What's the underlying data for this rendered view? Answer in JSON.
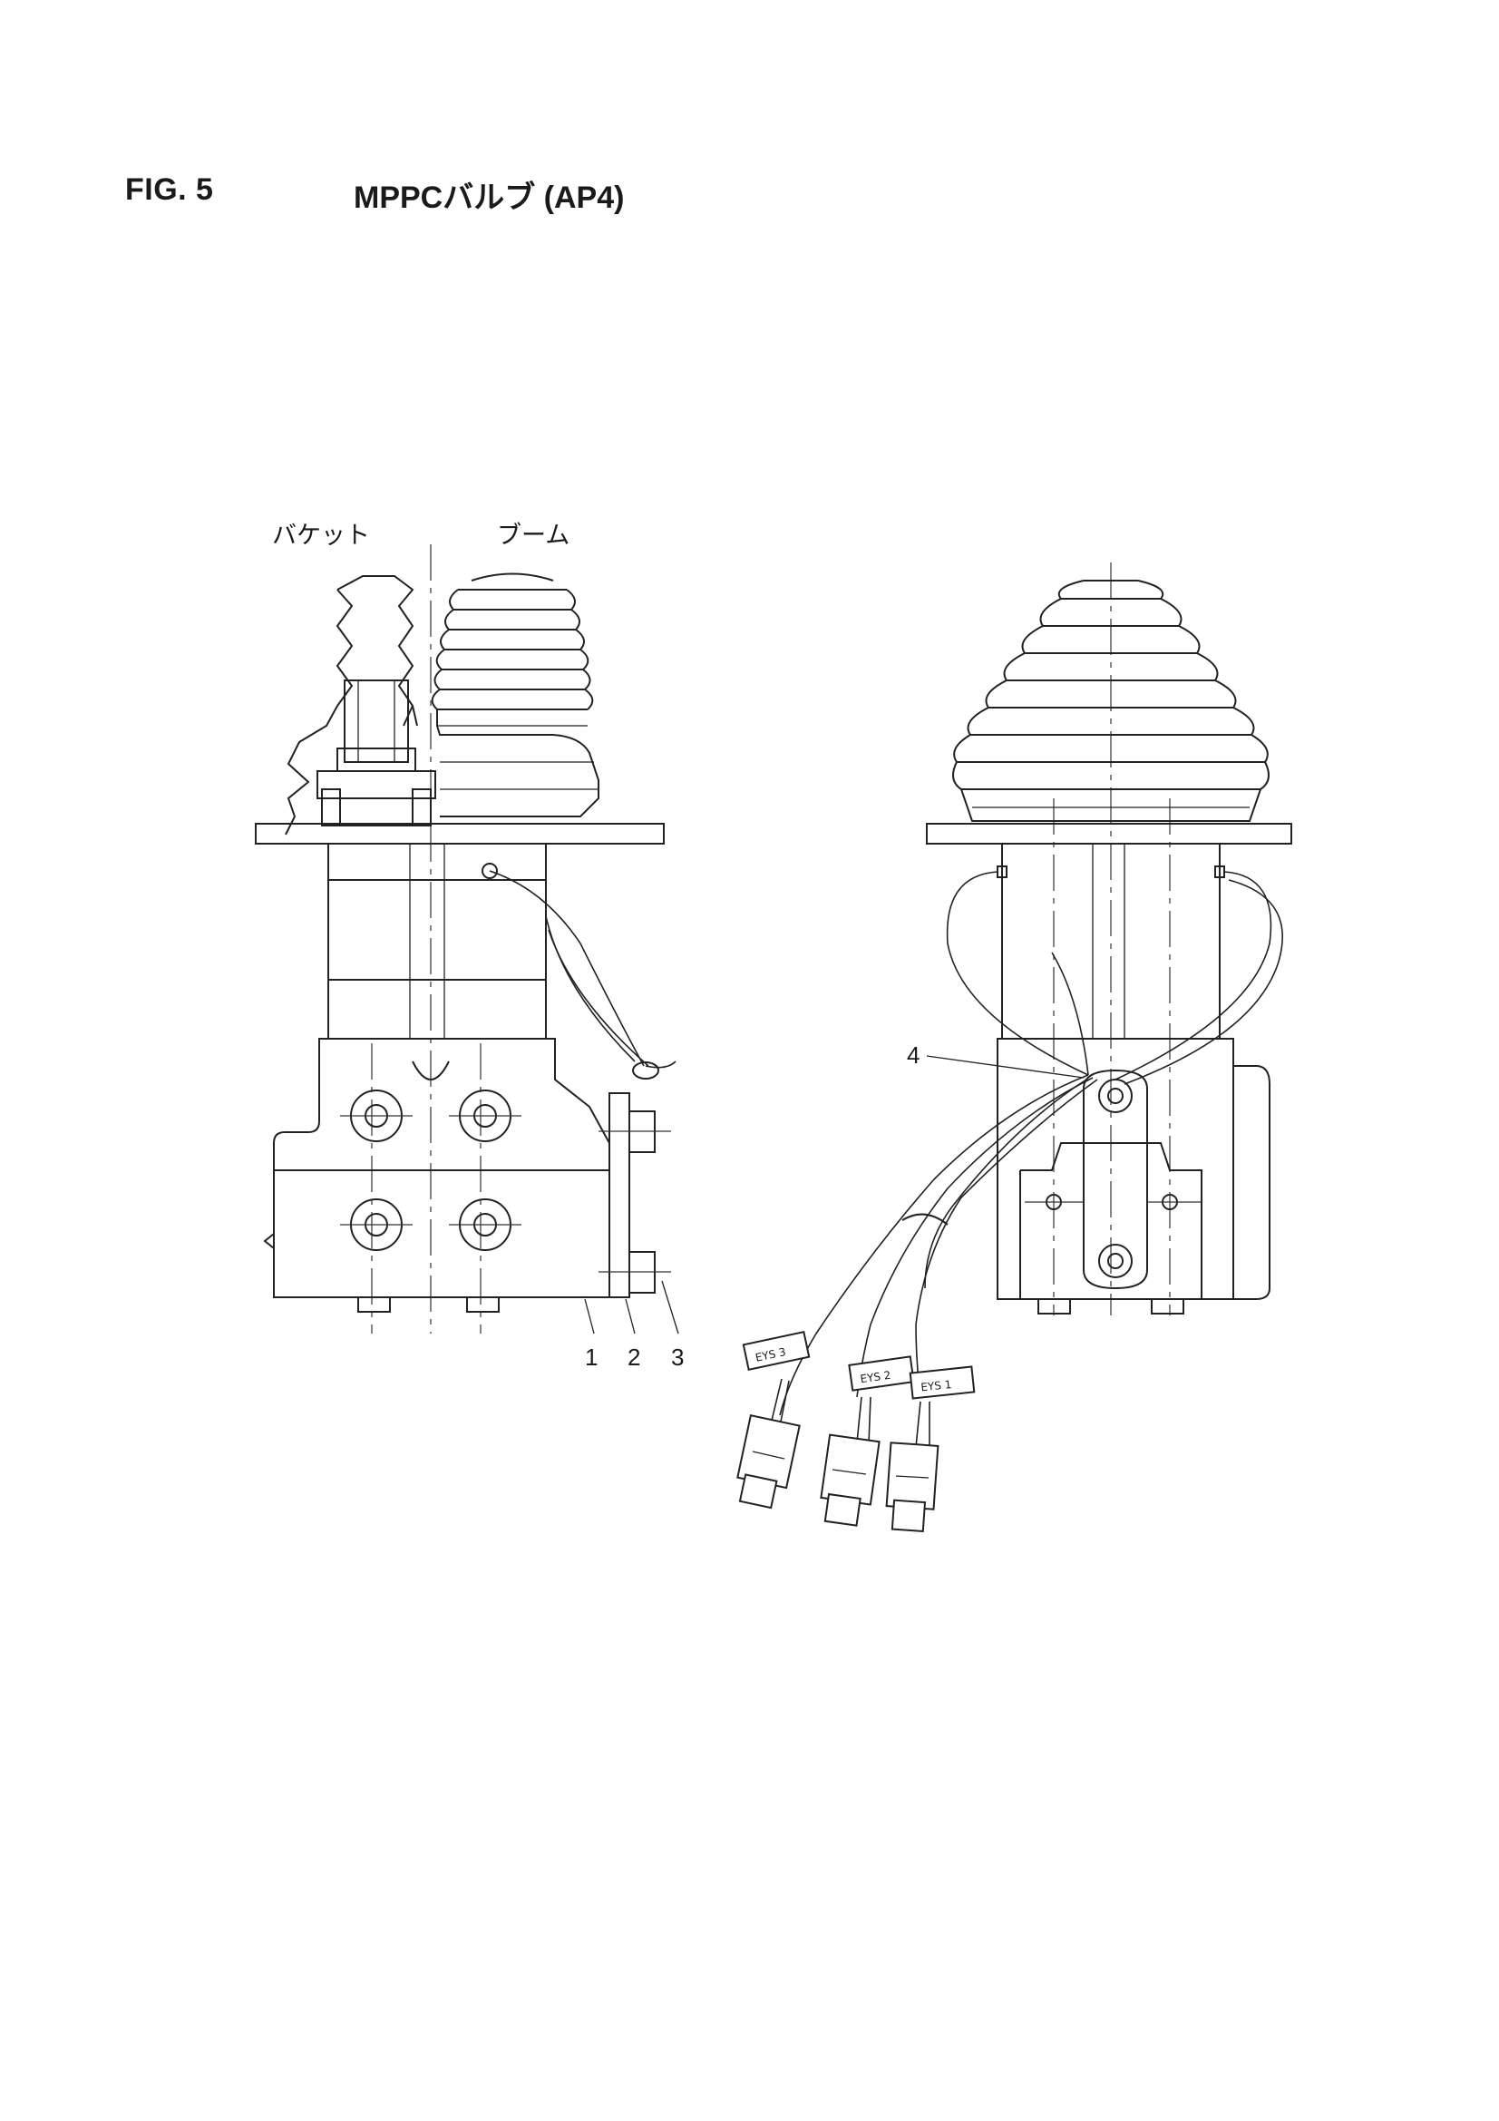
{
  "figure": {
    "number": "FIG. 5",
    "title": "MPPCバルブ (AP4)"
  },
  "labels": {
    "bucket": "バケット",
    "boom": "ブーム"
  },
  "callouts": [
    {
      "id": "1",
      "text": "1"
    },
    {
      "id": "2",
      "text": "2"
    },
    {
      "id": "3",
      "text": "3"
    },
    {
      "id": "4",
      "text": "4"
    }
  ],
  "connector_tags": [
    {
      "text": "EYS 3"
    },
    {
      "text": "EYS 2"
    },
    {
      "text": "EYS 1"
    }
  ],
  "colors": {
    "line": "#222222",
    "background": "#ffffff"
  }
}
